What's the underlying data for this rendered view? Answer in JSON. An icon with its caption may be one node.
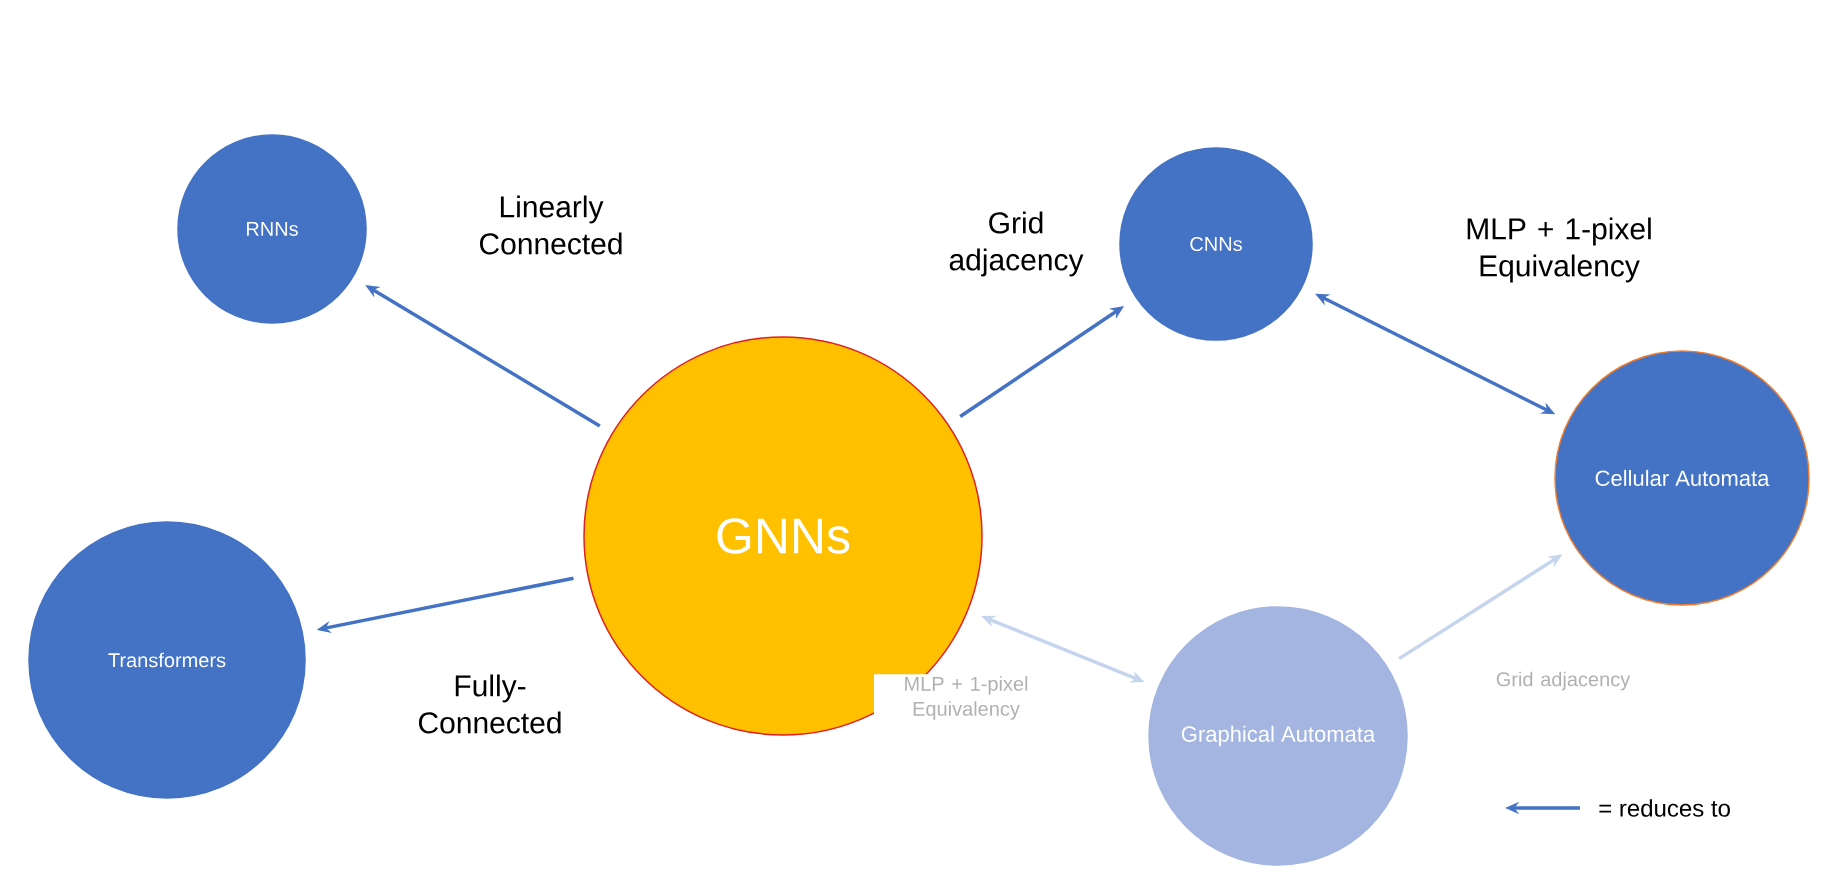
{
  "diagram": {
    "nodes": [
      {
        "text": [
          "RNNs"
        ]
      },
      {
        "text": [
          "Transformers"
        ]
      },
      {
        "text": [
          "GNNs"
        ]
      },
      {
        "text": [
          "CNNs"
        ]
      },
      {
        "text": [
          "Cellular Automata"
        ]
      },
      {
        "text": [
          "Graphical Automata"
        ]
      }
    ],
    "edges": [
      {
        "from": 2,
        "to": 0,
        "arrow": "to",
        "label": "Linearly Connected"
      },
      {
        "from": 2,
        "to": 1,
        "arrow": "to",
        "label": "Fully-Connected"
      },
      {
        "from": 2,
        "to": 3,
        "arrow": "to",
        "label": "Grid adjacency"
      },
      {
        "from": 3,
        "to": 4,
        "arrow": "both",
        "label": "MLP + 1-pixel Equivalency"
      },
      {
        "from": 2,
        "to": 5,
        "arrow": "both",
        "label": "MLP + 1-pixel Equivalency",
        "color": "#c5d5ee"
      },
      {
        "from": 5,
        "to": 4,
        "arrow": "to",
        "label": "Grid adjacency",
        "color": "#c5d5ee"
      }
    ],
    "legend": [
      {
        "text": "= reduces to"
      }
    ]
  }
}
